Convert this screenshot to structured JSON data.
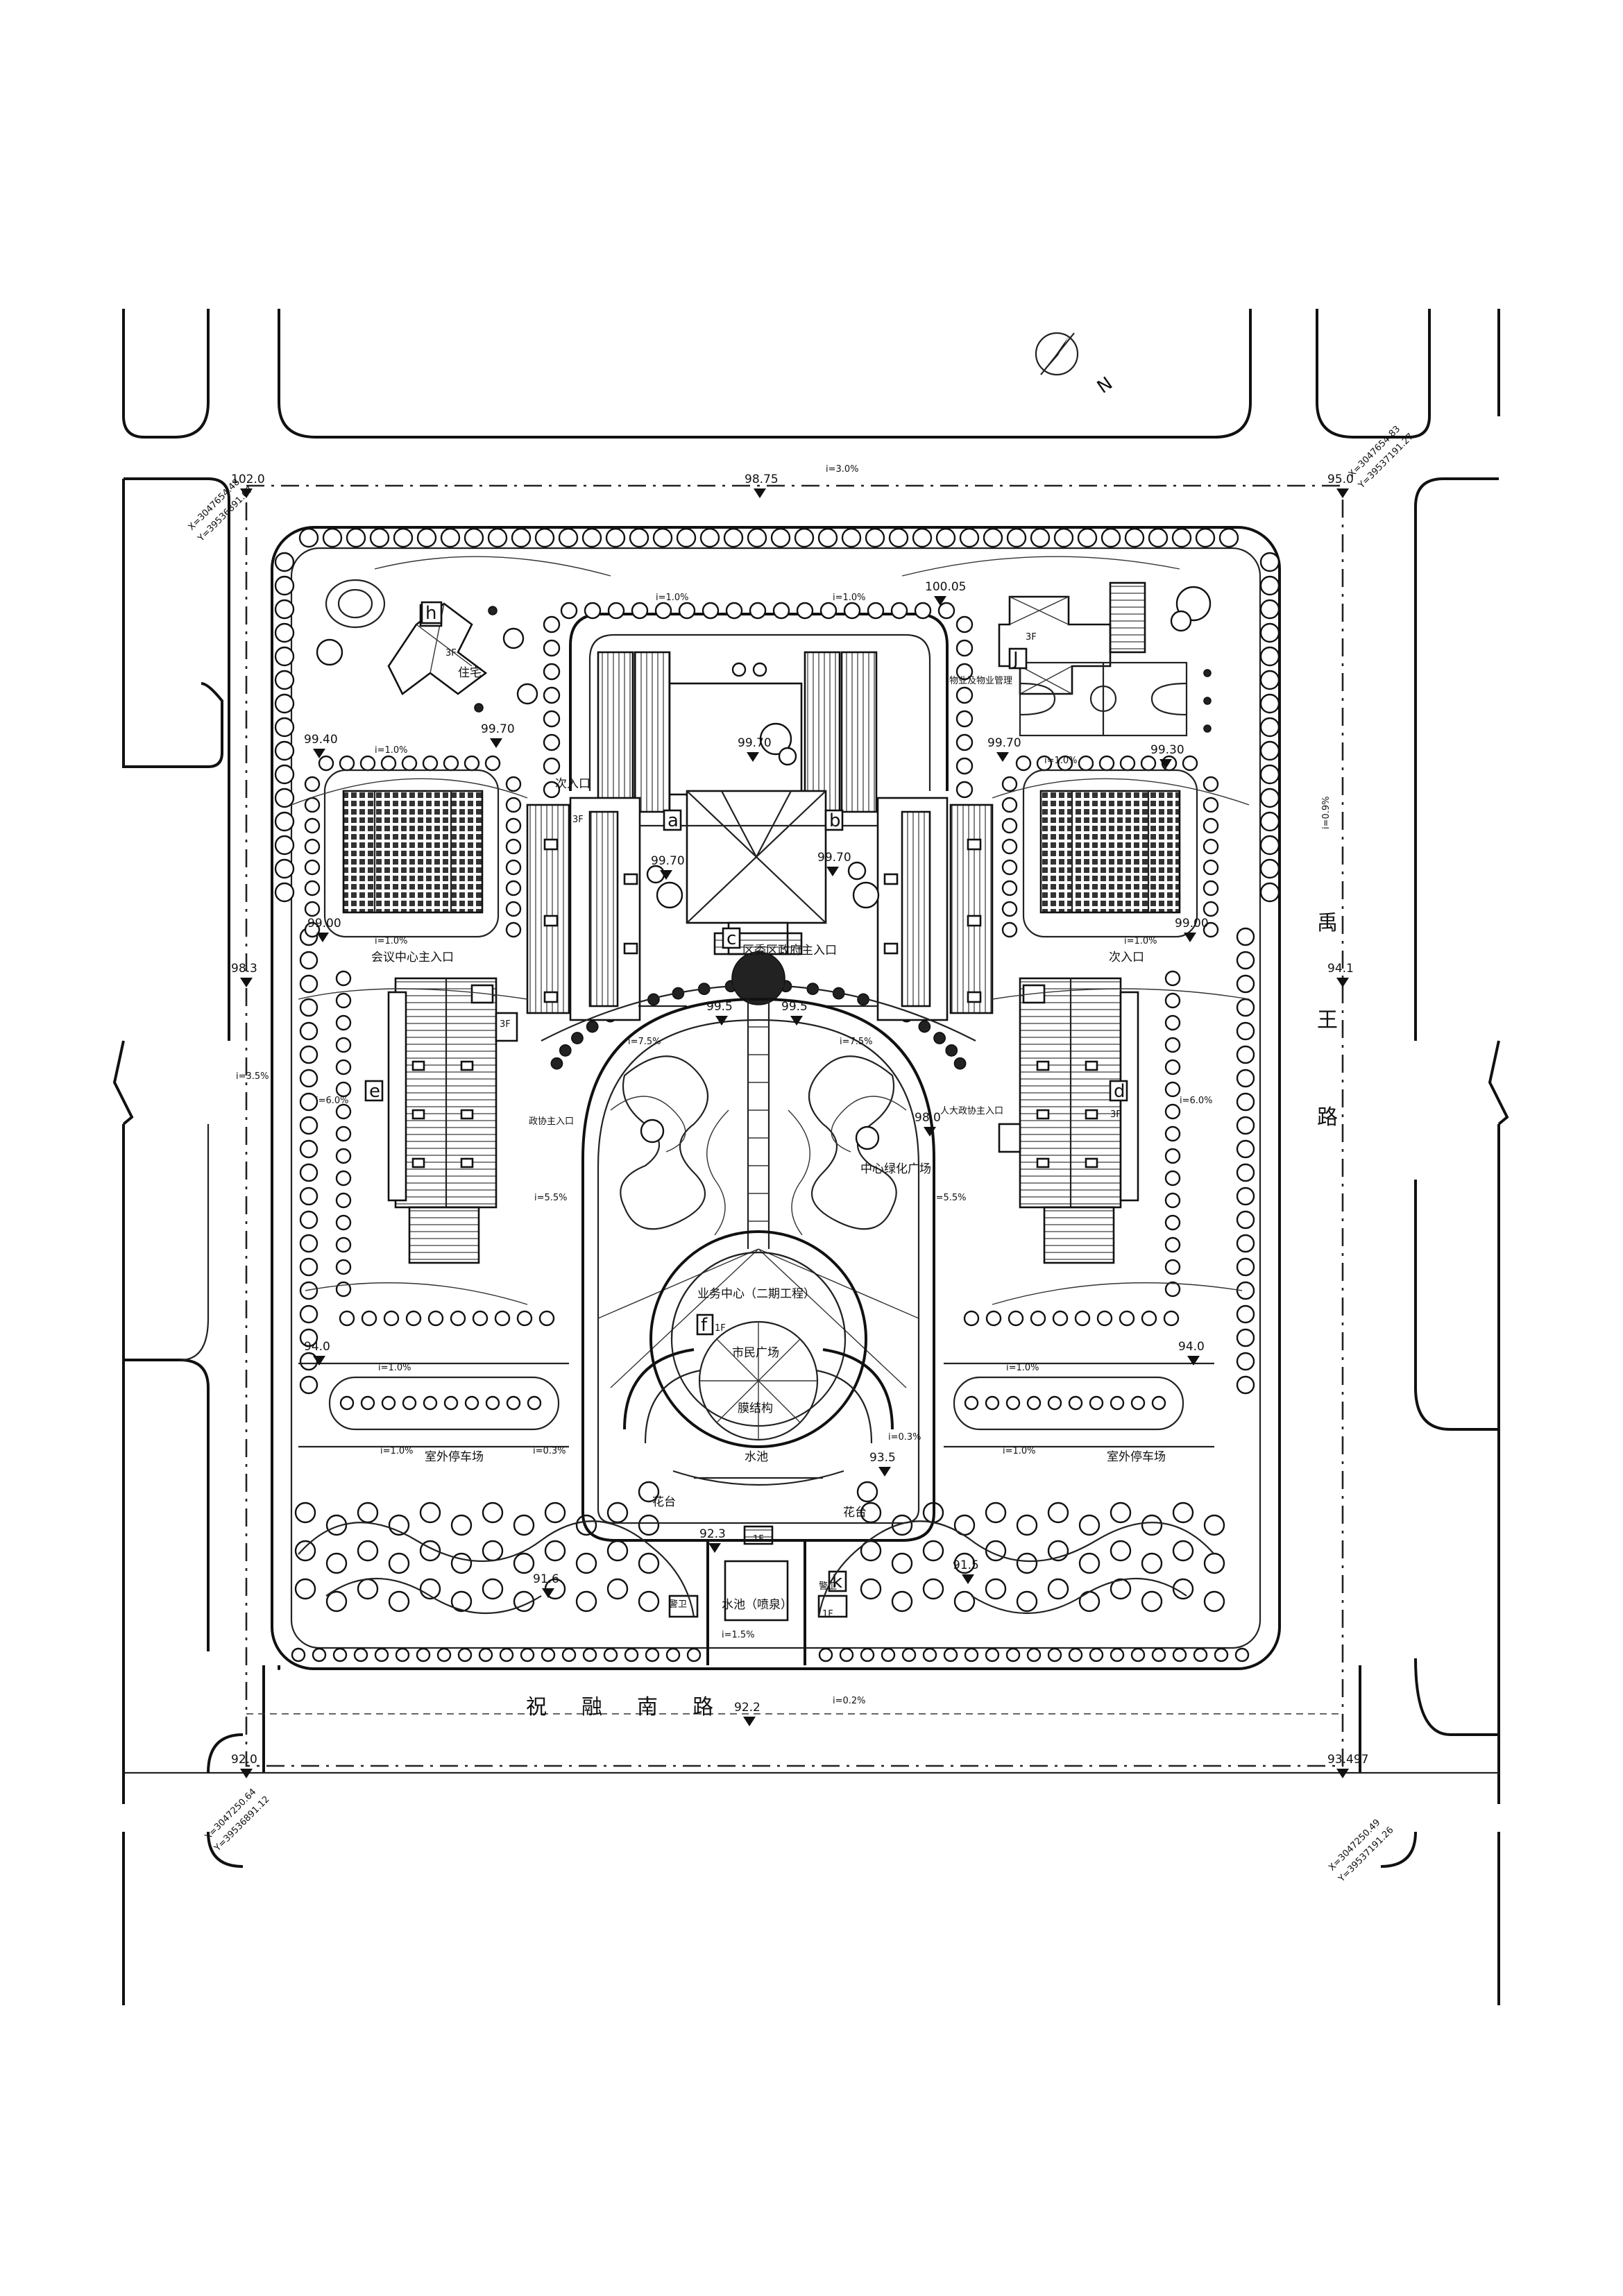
{
  "north": {
    "label": "N"
  },
  "elevations": {
    "corner_nw": "102.0",
    "top_mid": "98.75",
    "corner_ne": "95.0",
    "west_mid": "98.3",
    "east_mid": "94.1",
    "corner_sw": "92.0",
    "corner_se": "93.497",
    "south_mid": "92.2",
    "inner_nw": "99.40",
    "inner_nw2": "99.70",
    "inner_ne": "99.70",
    "inner_ne2": "99.30",
    "court_a": "99.70",
    "court_b": "99.70",
    "court_top": "99.70",
    "court_top2": "100.05",
    "w_mid": "99.00",
    "e_mid": "99.00",
    "plaza_l": "99.5",
    "plaza_r": "99.5",
    "sw_inner": "94.0",
    "se_inner": "94.0",
    "pool": "93.5",
    "gate": "92.3",
    "sw_lot": "91.6",
    "se_lot": "91.5",
    "east_gate": "98.0"
  },
  "slopes": {
    "top": "i=3.0%",
    "south": "i=0.2%",
    "east": "i=0.9%",
    "west": "i=3.5%",
    "inner_top_l": "i=1.0%",
    "inner_top_r": "i=1.0%",
    "inner_nw": "i=1.0%",
    "inner_ne": "i=1.0%",
    "w_box": "i=1.0%",
    "e_box": "i=1.0%",
    "plaza_l": "i=7.5%",
    "plaza_r": "i=7.5%",
    "w_side": "i=6.0%",
    "e_side": "i=6.0%",
    "w_low": "i=5.5%",
    "e_low": "i=5.5%",
    "park_l1": "i=1.0%",
    "park_l2": "i=0.3%",
    "park_r1": "i=0.3%",
    "park_r2": "i=1.0%",
    "park_top_l": "i=1.0%",
    "park_top_r": "i=1.0%",
    "gate": "i=1.5%"
  },
  "roads": {
    "south": [
      "祝",
      "融",
      "南",
      "路"
    ],
    "east": [
      "禹",
      "王",
      "路"
    ]
  },
  "buildings": {
    "a": "a",
    "b": "b",
    "c": "c",
    "d": "d",
    "e": "e",
    "f": "f",
    "h": "h",
    "j": "J",
    "k": "k",
    "h_floors": "3F",
    "h_name": "住宅",
    "j_floors": "3F",
    "j_name": "物业及物业管理",
    "a_floors": "3F",
    "d_floors": "3F",
    "e_floors": "3F",
    "f_floors": "1F",
    "k_floors": "1F",
    "gate_floors": "1F"
  },
  "labels": {
    "conference_entrance": "会议中心主入口",
    "gov_entrance": "区委区政府主入口",
    "secondary_entrance_l": "次入口",
    "secondary_entrance_r": "次入口",
    "npc_entrance": "人大政协主入口",
    "cppcc_entrance": "政协主入口",
    "central_green": "中心绿化广场",
    "service_center": "业务中心（二期工程）",
    "civic_square": "市民广场",
    "membrane": "膜结构",
    "pool": "水池",
    "flower_l": "花台",
    "flower_r": "花台",
    "parking_l": "室外停车场",
    "parking_r": "室外停车场",
    "fountain": "水池（喷泉）",
    "guard_l": "警卫",
    "guard_r": "警卫"
  },
  "coords": {
    "nw": [
      "X=3047654.48",
      "Y=39536891.07"
    ],
    "ne": [
      "X=3047654.83",
      "Y=39537191.27"
    ],
    "sw": [
      "X=3047250.64",
      "Y=39536891.12"
    ],
    "se": [
      "X=3047250.49",
      "Y=39537191.26"
    ]
  }
}
